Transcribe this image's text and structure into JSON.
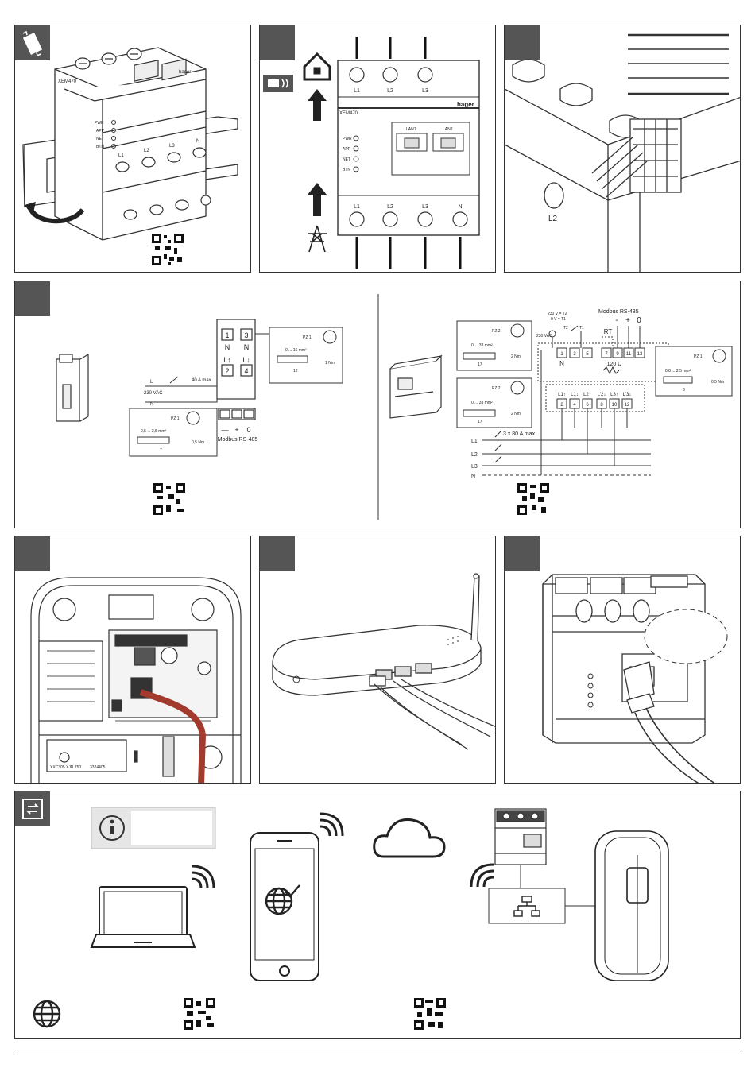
{
  "device": {
    "brand": "hager",
    "model": "XEM470",
    "leds": [
      "PWR",
      "APP",
      "NET",
      "BTN"
    ],
    "lan_ports": [
      "LAN1",
      "LAN2"
    ],
    "top_terminals": [
      "L1",
      "L2",
      "L3"
    ],
    "bottom_terminals": [
      "L1",
      "L2",
      "L3",
      "N"
    ]
  },
  "panel_ct": {
    "loop_label": "L2"
  },
  "panel_wiring": {
    "single_phase": {
      "terminals_top": [
        "1",
        "3"
      ],
      "terminals_top_sub": [
        "N",
        "N"
      ],
      "terminals_mid": [
        "2",
        "4"
      ],
      "terminals_mid_sub": [
        "L↑",
        "L↓"
      ],
      "supply_voltage": "230 VAC",
      "supply_L": "L",
      "supply_N": "N",
      "fuse_label": "40 A max",
      "pz1_label": "PZ 1",
      "pz1_section": "0 ... 16 mm²",
      "pz1_strip": "12",
      "pz1_torque": "1 Nm",
      "pz1b_label": "PZ 1",
      "pz1b_section": "0,5 ... 2,5 mm²",
      "pz1b_strip": "7",
      "pz1b_torque": "0,5 Nm",
      "modbus_signs": [
        "—",
        "+",
        "0"
      ],
      "modbus_label": "Modbus RS-485"
    },
    "three_phase": {
      "v_high": "230 V = T2",
      "v_low": "0 V = T1",
      "t2": "T2",
      "t1": "T1",
      "vac": "230 VAC",
      "modbus_label": "Modbus RS-485",
      "modbus_signs": [
        "-",
        "+",
        "0"
      ],
      "rt_label": "RT",
      "term_top": [
        "1",
        "3",
        "5",
        "7",
        "9",
        "11",
        "13"
      ],
      "n_label": "N",
      "resistor": "120 Ω",
      "term_bottom": [
        "2",
        "4",
        "6",
        "8",
        "10",
        "12"
      ],
      "term_bottom_sub": [
        "L1↑",
        "L1↓",
        "L2↑",
        "L'2↓",
        "L3↑",
        "L'3↓"
      ],
      "breaker_label": "3 x 80 A max",
      "lines": [
        "L1",
        "L2",
        "L3",
        "N"
      ],
      "pz2a_label": "PZ 2",
      "pz2a_section": "0 ... 33 mm²",
      "pz2a_strip": "17",
      "pz2a_torque": "2 Nm",
      "pz2b_label": "PZ 2",
      "pz2b_section": "0 ... 33 mm²",
      "pz2b_strip": "17",
      "pz2b_torque": "2 Nm",
      "pz1_label": "PZ 1",
      "pz1_section": "0,8 ... 2,5 mm²",
      "pz1_strip": "8",
      "pz1_torque": "0,5 Nm"
    }
  },
  "panel_charger": {
    "labels": [
      "XXC305",
      "XJR 750",
      "3324405"
    ]
  },
  "colors": {
    "tab": "#555555",
    "stroke": "#333333",
    "cable_red": "#a33a2e",
    "info_bg": "#e6e6e6"
  },
  "icons": [
    "rotate-device-icon",
    "energy-meter-icon",
    "house-icon",
    "pylon-icon",
    "network-switch-icon",
    "info-icon",
    "globe-icon",
    "globe-check-icon",
    "wifi-icon",
    "cloud-icon",
    "qr-code-icon"
  ]
}
